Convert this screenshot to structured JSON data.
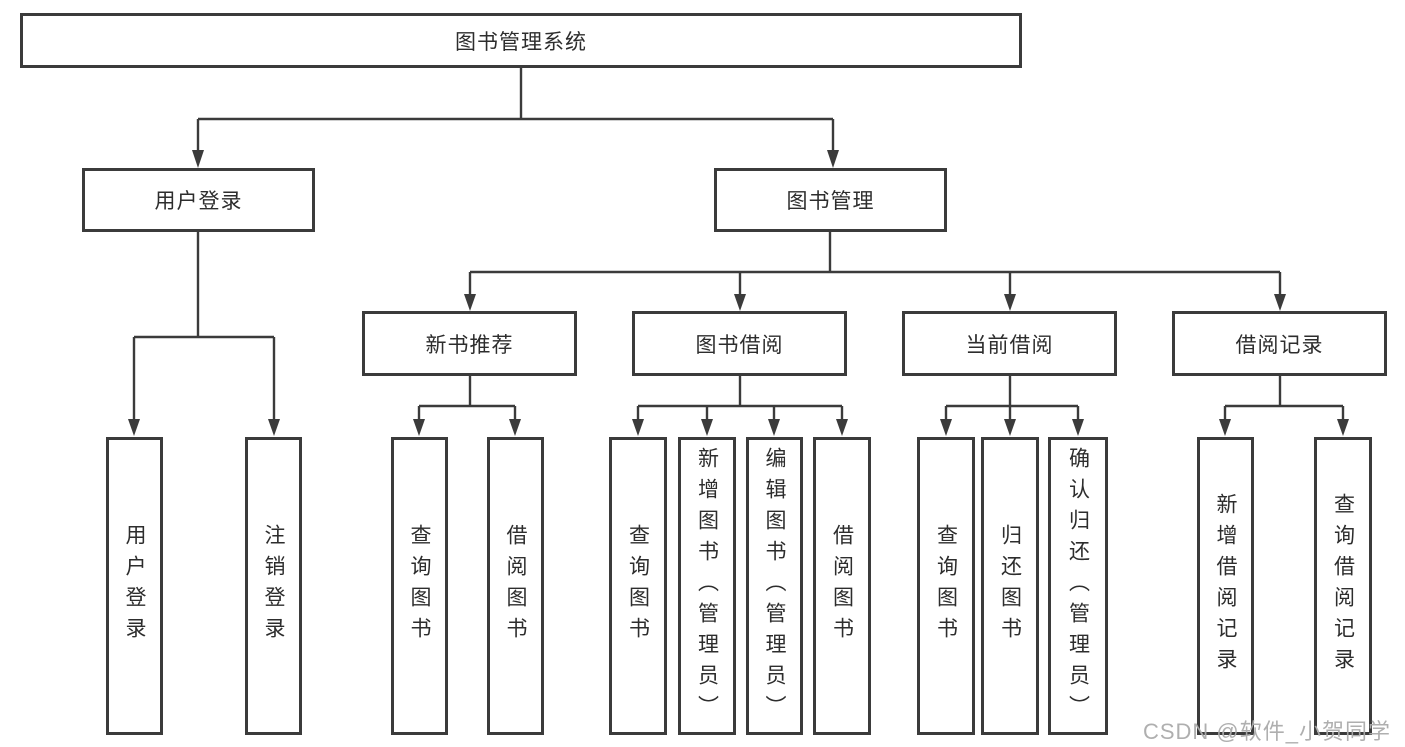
{
  "diagram": {
    "root": {
      "label": "图书管理系统"
    },
    "level2": [
      {
        "label": "用户登录"
      },
      {
        "label": "图书管理"
      }
    ],
    "level3": [
      {
        "label": "新书推荐"
      },
      {
        "label": "图书借阅"
      },
      {
        "label": "当前借阅"
      },
      {
        "label": "借阅记录"
      }
    ],
    "leaves": {
      "user_login": [
        {
          "label": "用户登录"
        },
        {
          "label": "注销登录"
        }
      ],
      "new_book_rec": [
        {
          "label": "查询图书"
        },
        {
          "label": "借阅图书"
        }
      ],
      "book_borrow": [
        {
          "label": "查询图书"
        },
        {
          "label": "新增图书（管理员）"
        },
        {
          "label": "编辑图书（管理员）"
        },
        {
          "label": "借阅图书"
        }
      ],
      "current_borrow": [
        {
          "label": "查询图书"
        },
        {
          "label": "归还图书"
        },
        {
          "label": "确认归还（管理员）"
        }
      ],
      "borrow_records": [
        {
          "label": "新增借阅记录"
        },
        {
          "label": "查询借阅记录"
        }
      ]
    },
    "colors": {
      "line": "#3b3b3b",
      "text": "#2d2d2d",
      "box_background": "#ffffff",
      "page_background": "#ffffff"
    },
    "watermark": {
      "text": "CSDN @软件_小贺同学",
      "color": "#ababab"
    }
  }
}
